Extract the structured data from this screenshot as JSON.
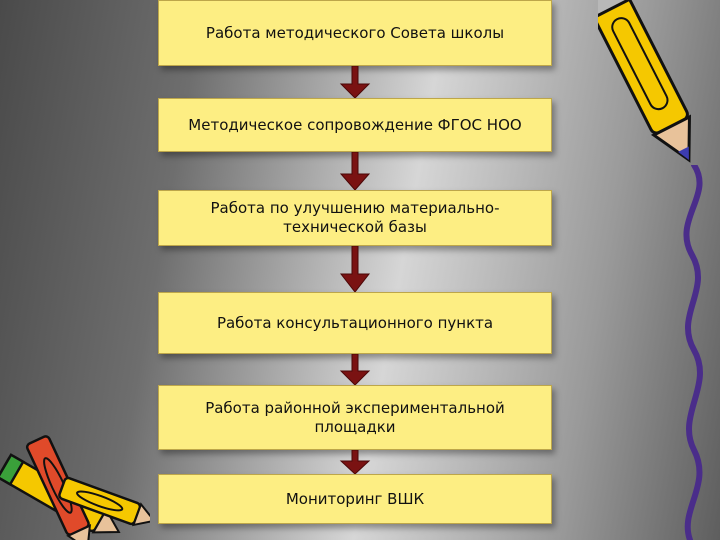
{
  "steps": [
    {
      "label": "Работа методического Совета школы"
    },
    {
      "label": "Методическое сопровождение ФГОС НОО"
    },
    {
      "label": "Работа по улучшению материально-технической базы"
    },
    {
      "label": "Работа консультационного пункта"
    },
    {
      "label": "Работа районной экспериментальной площадки"
    },
    {
      "label": "Мониторинг ВШК"
    }
  ],
  "colors": {
    "box_fill": "#fdee83",
    "arrow": "#7a1212",
    "pencil_body": "#f5c800"
  },
  "icons": [
    "pencil-icon",
    "pencils-icon",
    "squiggle-line"
  ]
}
